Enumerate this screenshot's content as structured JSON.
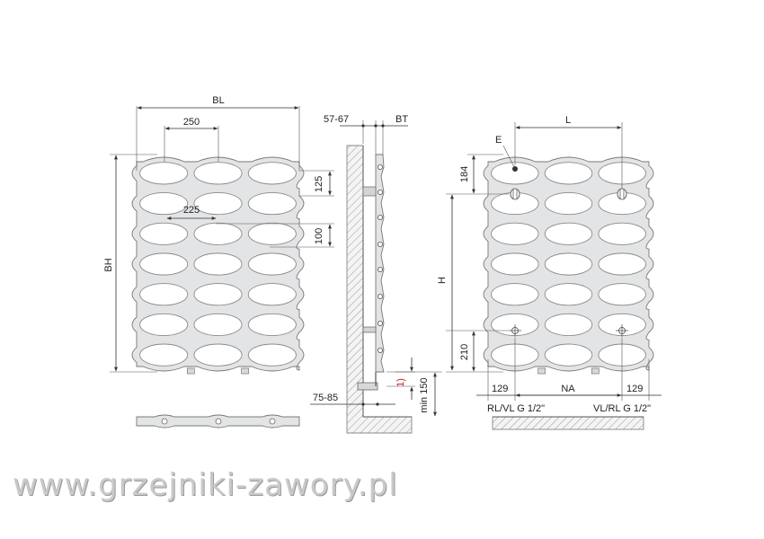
{
  "front_view": {
    "label_width": "BL",
    "label_spacing": "250",
    "label_oval_width": "225",
    "label_height": "BH",
    "label_row_pitch": "125",
    "label_gap": "100"
  },
  "side_view": {
    "label_wall_distance": "57-67",
    "label_depth": "BT",
    "label_floor_distance": "75-85",
    "label_note": "1)",
    "label_min_height": "min 150"
  },
  "connection_view": {
    "label_length": "L",
    "label_vent": "E",
    "label_top_offset": "184",
    "label_connection_height": "H",
    "label_bottom_offset": "210",
    "label_left_offset": "129",
    "label_hub_distance": "NA",
    "label_right_offset": "129",
    "label_left_connection": "RL/VL G 1/2\"",
    "label_right_connection": "VL/RL G 1/2\""
  },
  "watermark": "www.grzejniki-zawory.pl"
}
